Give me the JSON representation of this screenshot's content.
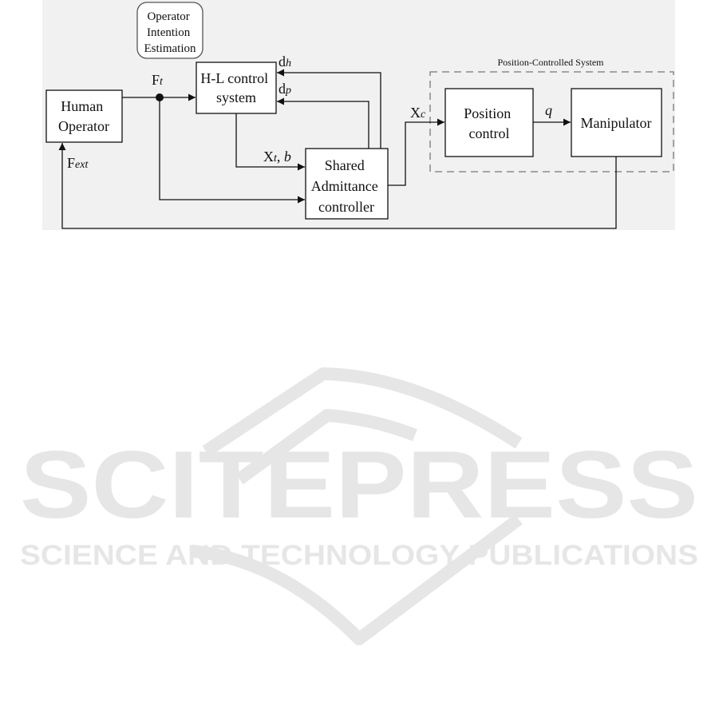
{
  "diagram": {
    "panel_color": "#f1f1f1",
    "line_color": "#111111",
    "dashed_color": "#777777",
    "blocks": {
      "human_operator": [
        "Human",
        "Operator"
      ],
      "hl_control": [
        "H-L control",
        "system"
      ],
      "shared_admittance": [
        "Shared",
        "Admittance",
        "controller"
      ],
      "position_control": [
        "Position",
        "control"
      ],
      "manipulator": [
        "Manipulator"
      ],
      "intention_estimation": [
        "Operator",
        "Intention",
        "Estimation"
      ]
    },
    "group_label": "Position-Controlled System",
    "signals": {
      "force": {
        "base": "F",
        "sub": "t"
      },
      "external_force": {
        "base": "F",
        "sub": "ext"
      },
      "target": {
        "base": "X",
        "sub": "t",
        "suffix": ", ",
        "italic_suffix": "b"
      },
      "command": {
        "base": "X",
        "sub": "c"
      },
      "dh": {
        "base": "d",
        "sub": "h"
      },
      "dp": {
        "base": "d",
        "sub": "p"
      },
      "joints": {
        "italic": "q"
      }
    }
  },
  "watermark": {
    "title": "SCITEPRESS",
    "subtitle": "SCIENCE AND TECHNOLOGY PUBLICATIONS",
    "color": "#e6e6e6"
  }
}
